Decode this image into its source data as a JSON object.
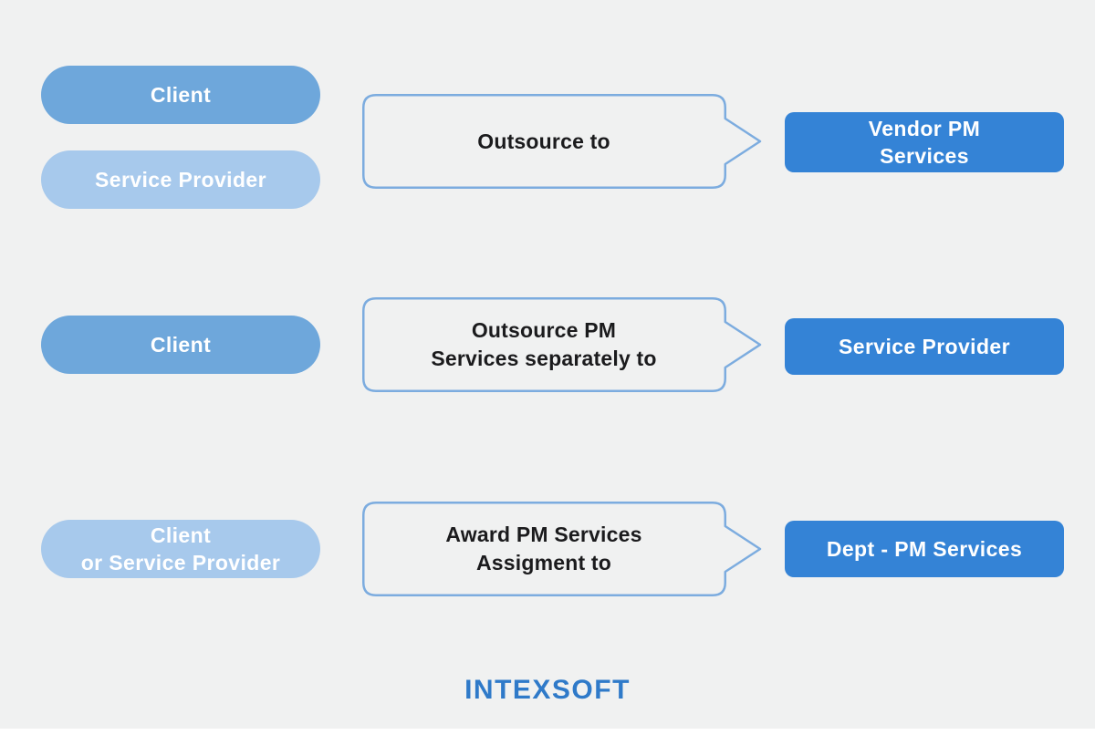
{
  "colors": {
    "canvas_bg": "#f0f1f1",
    "bottom_strip": "#ffffff",
    "pill_dark": "#6ea7db",
    "pill_light": "#a7c9ec",
    "target_blue": "#3483d6",
    "bubble_border": "#7cacdf",
    "bubble_text": "#1b1b1d",
    "logo_blue": "#2f7ac9"
  },
  "rows": [
    {
      "sources": [
        {
          "tone": "dark",
          "lines": [
            "Client"
          ]
        },
        {
          "tone": "light",
          "lines": [
            "Service Provider"
          ]
        }
      ],
      "action": {
        "lines": [
          "Outsource to"
        ]
      },
      "target": {
        "lines": [
          "Vendor PM",
          "Services"
        ]
      }
    },
    {
      "sources": [
        {
          "tone": "dark",
          "lines": [
            "Client"
          ]
        }
      ],
      "action": {
        "lines": [
          "Outsource PM",
          "Services separately to"
        ]
      },
      "target": {
        "lines": [
          "Service Provider"
        ]
      }
    },
    {
      "sources": [
        {
          "tone": "light",
          "lines": [
            "Client",
            "or Service Provider"
          ]
        }
      ],
      "action": {
        "lines": [
          "Award PM Services",
          "Assigment to"
        ]
      },
      "target": {
        "lines": [
          "Dept - PM Services"
        ]
      }
    }
  ],
  "logo": {
    "text": "INTEXSOFT"
  }
}
